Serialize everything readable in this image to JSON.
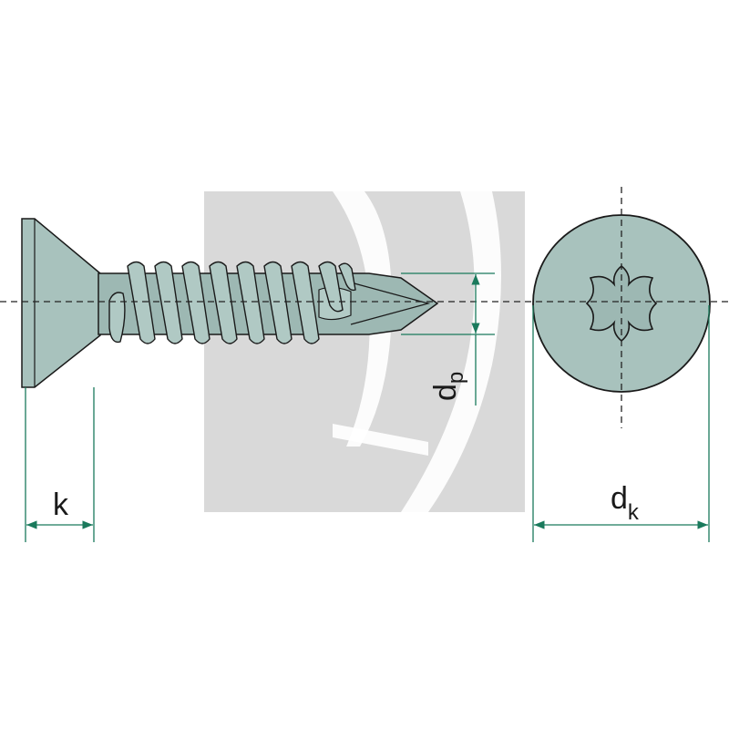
{
  "labels": {
    "k": "k",
    "dp_main": "d",
    "dp_sub": "p",
    "dk_main": "d",
    "dk_sub": "k"
  },
  "colors": {
    "background": "#ffffff",
    "watermark": "#d6d6d6",
    "screw_body": "#9db8b3",
    "screw_head": "#a8c2bd",
    "outline": "#1a1a1a",
    "dimension": "#1a7a5c",
    "centerline": "#222222"
  },
  "icons": {
    "drive": "torx-star-icon",
    "watermark": "brand-logo-watermark"
  }
}
